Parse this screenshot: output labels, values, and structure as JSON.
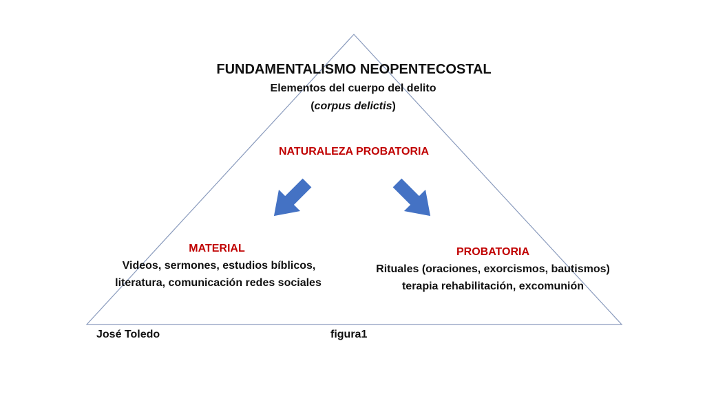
{
  "title": "FUNDAMENTALISMO NEOPENTECOSTAL",
  "subtitle": "Elementos del cuerpo del delito",
  "subtitle2_open": "(",
  "subtitle2_italic": "corpus delictis",
  "subtitle2_close": ")",
  "center_label": "NATURALEZA PROBATORIA",
  "left": {
    "heading": "MATERIAL",
    "lines": [
      "Videos, sermones, estudios bíblicos,",
      "literatura, comunicación redes sociales"
    ]
  },
  "right": {
    "heading": "PROBATORIA",
    "lines": [
      "Rituales (oraciones, exorcismos, bautismos)",
      "terapia rehabilitación, excomunión"
    ]
  },
  "author": "José Toledo",
  "figure_label": "figura1",
  "colors": {
    "triangle": "#8a9bbd",
    "arrow": "#4472c4",
    "accent": "#c00000"
  }
}
